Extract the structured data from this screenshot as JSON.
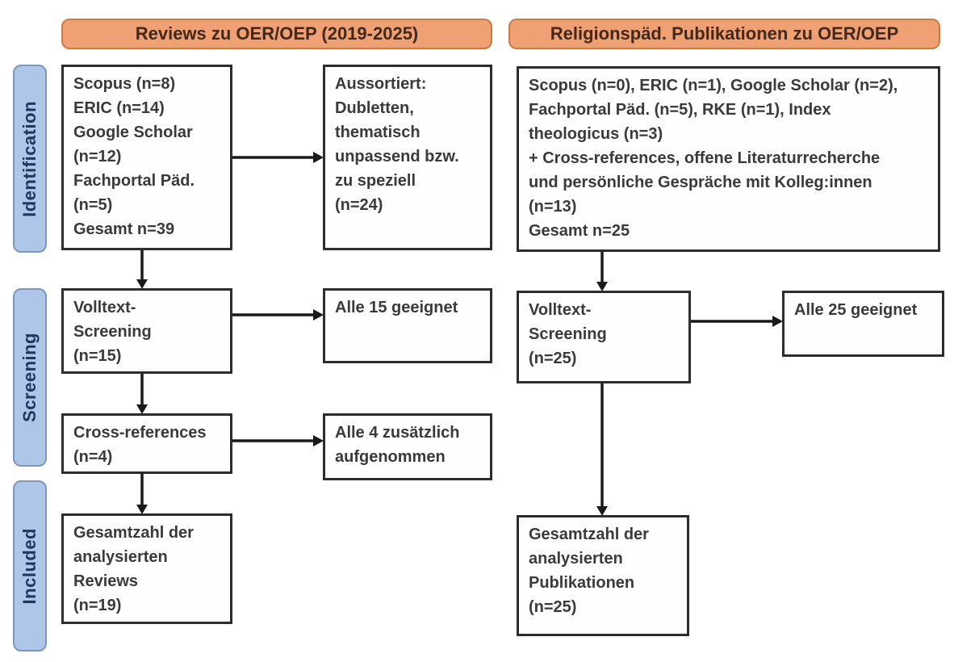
{
  "diagram": {
    "headers": {
      "left": "Reviews zu OER/OEP (2019-2025)",
      "right": "Religionspäd. Publikationen zu OER/OEP"
    },
    "stages": {
      "identification": "Identification",
      "screening": "Screening",
      "included": "Included"
    },
    "boxes": {
      "reviews_sources": {
        "lines": [
          "Scopus (n=8)",
          "ERIC (n=14)",
          "Google Scholar",
          "(n=12)",
          "Fachportal Päd.",
          "(n=5)",
          "Gesamt n=39"
        ]
      },
      "reviews_excluded": {
        "lines": [
          "Aussortiert:",
          "Dubletten,",
          "thematisch",
          "unpassend bzw.",
          "zu speziell",
          "(n=24)"
        ]
      },
      "reviews_fulltext": {
        "lines": [
          "Volltext-",
          "Screening",
          "(n=15)"
        ]
      },
      "reviews_fulltext_result": {
        "lines": [
          "Alle 15 geeignet"
        ]
      },
      "reviews_crossref": {
        "lines": [
          "Cross-references",
          "(n=4)"
        ]
      },
      "reviews_crossref_result": {
        "lines": [
          "Alle 4 zusätzlich",
          "aufgenommen"
        ]
      },
      "reviews_included": {
        "lines": [
          "Gesamtzahl der",
          "analysierten",
          "Reviews",
          "(n=19)"
        ]
      },
      "publications_sources": {
        "lines": [
          "Scopus (n=0), ERIC (n=1), Google Scholar (n=2),",
          "Fachportal Päd. (n=5), RKE (n=1), Index",
          "theologicus (n=3)",
          "+ Cross-references, offene Literaturrecherche",
          "und persönliche Gespräche mit Kolleg:innen",
          "(n=13)",
          "Gesamt n=25"
        ]
      },
      "publications_fulltext": {
        "lines": [
          "Volltext-",
          "Screening",
          "(n=25)"
        ]
      },
      "publications_fulltext_result": {
        "lines": [
          "Alle 25 geeignet"
        ]
      },
      "publications_included": {
        "lines": [
          "Gesamtzahl der",
          "analysierten",
          "Publikationen",
          "(n=25)"
        ]
      }
    },
    "colors": {
      "header_fill": "#f0a173",
      "header_border": "#c87b45",
      "header_text": "#44281a",
      "stage_fill": "#aec6e8",
      "stage_border": "#7e96ba",
      "stage_text": "#20375c",
      "box_border": "#2d2d2d",
      "box_text": "#3a3a3a",
      "arrow": "#1a1a1a",
      "background": "#ffffff"
    }
  }
}
